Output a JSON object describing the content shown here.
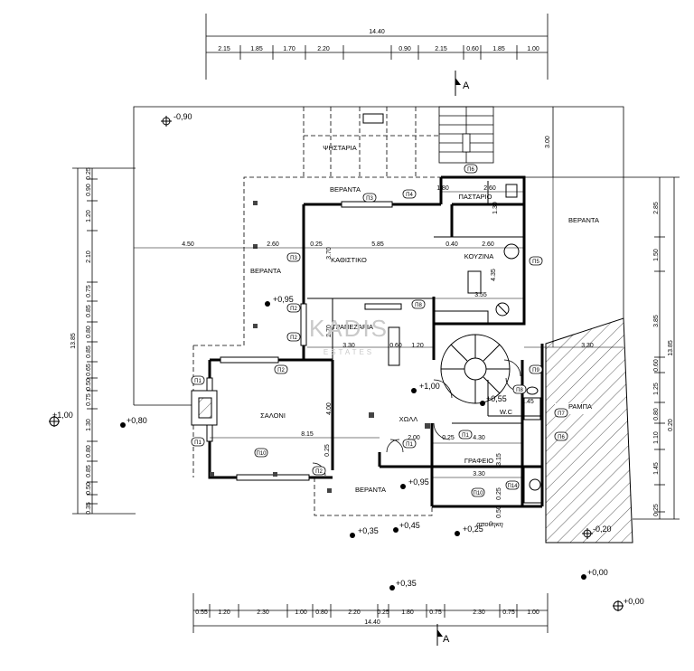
{
  "drawing": {
    "total_width_top": "14.40",
    "total_width_bottom": "14.40",
    "section_marker": "A",
    "watermark": "KADIS",
    "watermark_sub": "ESTATES"
  },
  "top_dims": [
    "2.15",
    "1.85",
    "1.70",
    "2.20",
    "0.90",
    "2.15",
    "0.60",
    "1.85",
    "1.00"
  ],
  "bottom_dims": [
    "0.55",
    "1.20",
    "2.30",
    "1.00",
    "0.80",
    "2.20",
    "0.25",
    "1.80",
    "0.75",
    "2.30",
    "0.75",
    "1.00"
  ],
  "left_dims": [
    "0.25",
    "0.90",
    "1.20",
    "2.10",
    "0.75",
    "0.85",
    "0.80",
    "0.85",
    "0.65",
    "0.50",
    "0.75",
    "1.30",
    "0.80",
    "0.85",
    "0.50",
    "0.35"
  ],
  "left_total": "13.85",
  "right_dims": [
    "2.85",
    "1.50",
    "3.85",
    "0.60",
    "1.25",
    "0.80",
    "1.10",
    "1.45",
    "0.25"
  ],
  "right_total": "13.85",
  "right_extra": "0.20",
  "interior_dims": {
    "d_450": "4.50",
    "d_260a": "2.60",
    "d_025a": "0.25",
    "d_585": "5.85",
    "d_040": "0.40",
    "d_260b": "2.60",
    "d_180": "1.80",
    "d_260c": "2.60",
    "d_130": "1.30",
    "d_300": "3.00",
    "d_370": "3.70",
    "d_270": "2.70",
    "d_330a": "3.30",
    "d_060": "0.60",
    "d_120": "1.20",
    "d_355": "3.55",
    "d_435": "4.35",
    "d_815": "8.15",
    "d_400": "4.00",
    "d_025b": "0.25",
    "d_200": "2.00",
    "d_025c": "0.25",
    "d_430": "4.30",
    "d_330b": "3.30",
    "d_315": "3.15",
    "d_145": "1.45",
    "d_330c": "3.30",
    "d_025d": "0.25",
    "d_050": "0.50"
  },
  "rooms": {
    "stair_entry": "ΨΗΣΤΑΡΙΑ",
    "veranda_top": "ΒΕΡΑΝΤΑ",
    "pastry": "ΠΑΣΤΑΡΙΟ",
    "veranda_right": "ΒΕΡΑΝΤΑ",
    "sitting": "ΚΑΘΙΣΤΙΚΟ",
    "kitchen": "ΚΟΥΖΙΝΑ",
    "veranda_left": "ΒΕΡΑΝΤΑ",
    "dining": "ΤΡΑΠΕΖΑΡΙΑ",
    "ramp": "ΡΑΜΠΑ",
    "living": "ΣΑΛΟΝΙ",
    "hall": "ΧΩΛΛ",
    "office": "ΓΡΑΦΕΙΟ",
    "veranda_bottom": "ΒΕΡΑΝΤΑ",
    "wc": "W.C",
    "storage": "αποθηκη"
  },
  "levels": [
    "-0,90",
    "+0,95",
    "+1,00",
    "+1,00",
    "+0,80",
    "+0,55",
    "+0,95",
    "+0,35",
    "+0,45",
    "+0,25",
    "-0,20",
    "+0,35",
    "+0,00",
    "+0,00"
  ],
  "tags": [
    "Π6",
    "Π4",
    "Π3",
    "Π5",
    "Π3",
    "Π2",
    "Π2",
    "Π8",
    "Π2",
    "Π1",
    "Π1",
    "Π1",
    "Π10",
    "Π2",
    "Π1",
    "Π9",
    "Π10",
    "Π14",
    "Π7",
    "Π6",
    "Π8"
  ]
}
